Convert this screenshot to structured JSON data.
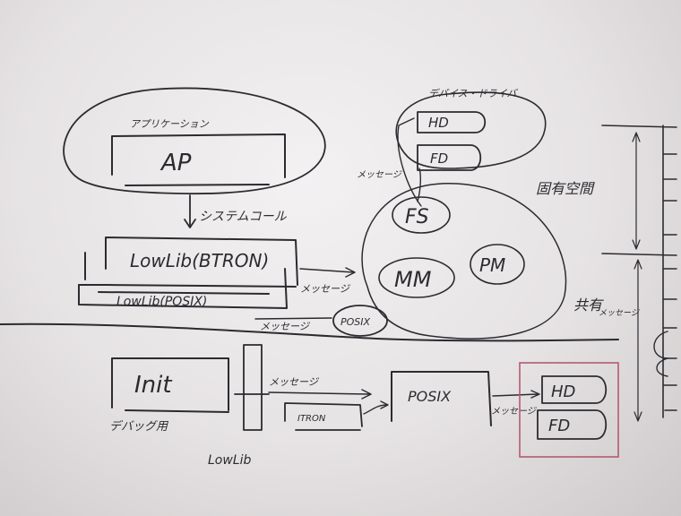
{
  "whiteboard": {
    "labels": {
      "app": "アプリケーション",
      "ap": "AP",
      "syscall": "システムコール",
      "lowlib_btron": "LowLib(BTRON)",
      "lowlib_posix": "LowLib(POSIX)",
      "msg1": "メッセージ",
      "msg2": "メッセージ",
      "msg3": "メッセージ",
      "msg4": "メッセージ",
      "msg5": "メッセージ",
      "msg6": "メッセージ",
      "device_driver": "デバイス・ドライバ",
      "hd_top": "HD",
      "fd_top": "FD",
      "fs": "FS",
      "mm": "MM",
      "pm": "PM",
      "posix_small": "POSIX",
      "init": "Init",
      "debug": "デバッグ用",
      "itron": "ITRON",
      "posix_box": "POSIX",
      "hd_bottom": "HD",
      "fd_bottom": "FD",
      "lowlib_bottom": "LowLib",
      "memory_space": "固有空間",
      "shared": "共有"
    }
  }
}
